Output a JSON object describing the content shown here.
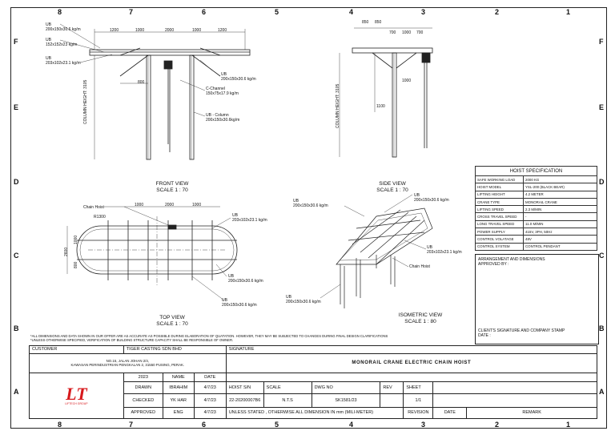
{
  "zones_top": [
    "8",
    "7",
    "6",
    "5",
    "4",
    "3",
    "2",
    "1"
  ],
  "zones_side": [
    "F",
    "E",
    "D",
    "C",
    "B",
    "A"
  ],
  "views": {
    "front": {
      "title": "FRONT VIEW",
      "scale": "SCALE 1 : 70"
    },
    "side": {
      "title": "SIDE VIEW",
      "scale": "SCALE 1 : 70"
    },
    "top": {
      "title": "TOP VIEW",
      "scale": "SCALE 1 : 70"
    },
    "iso": {
      "title": "ISOMETRIC VIEW",
      "scale": "SCALE 1 : 80"
    }
  },
  "callouts": {
    "front_ub1": "UB\n200x150x30.6 kg/m",
    "front_ub2": "UB\n152x152x23 kg/m",
    "front_ub3": "UB\n203x102x23.1 kg/m",
    "front_cch": "C-Channel\n150x75x17.9 kg/m",
    "front_col": "UB - Column\n200x150x30.6kg/m",
    "top_chain": "Chain Hoist",
    "top_ub1": "UB\n203x102x23.1 kg/m",
    "top_ub2": "UB\n200x150x30.6 kg/m",
    "top_ub3": "UB\n200x150x30.6 kg/m",
    "iso_ub1": "UB\n200x150x30.6 kg/m",
    "iso_ub2": "UB\n200x150x30.6 kg/m",
    "iso_ub3": "UB\n203x102x23.1 kg/m",
    "iso_ub4": "UB\n200x150x30.6 kg/m",
    "iso_chain": "Chain Hoist"
  },
  "dims": {
    "front_top": [
      "1200",
      "1000",
      "2000",
      "1000",
      "1200"
    ],
    "side_top": [
      "850",
      "850",
      "700",
      "1000",
      "700"
    ],
    "front_h": "COLUMN HEIGHT: 3105",
    "side_h": "COLUMN HEIGHT: 3105",
    "front_800": "800",
    "side_1000": "1000",
    "side_1100": "1100",
    "top_dims": [
      "1000",
      "2000",
      "1000"
    ],
    "top_r": "R1300",
    "top_v": [
      "2600",
      "1000",
      "800"
    ]
  },
  "spec": {
    "title": "HOIST SPECIFICATION",
    "rows": [
      [
        "SAFE WORKING LOAD",
        "2000 KG"
      ],
      [
        "HOIST MODEL",
        "YSL-200 (BLACK BEAR)"
      ],
      [
        "LIFTING HEIGHT",
        "4.2 METER"
      ],
      [
        "CRANE TYPE",
        "MONORAIL CRANE"
      ],
      [
        "LIFTING SPEED",
        "2.3 M/MIN"
      ],
      [
        "CROSS TRAVEL SPEED",
        "-"
      ],
      [
        "LONG TRAVEL SPEED",
        "11.0 M/MIN"
      ],
      [
        "POWER SUPPLY",
        "415V, 3PH, 50Hz"
      ],
      [
        "CONTROL VOLATAGE",
        "48V"
      ],
      [
        "CONTROL SYSTEM",
        "CONTROL PENDANT"
      ]
    ]
  },
  "arrangement": "ARRANGEMENT AND DIMENSIONS\nAPPROVED BY :",
  "client_sign": "CLIENT'S SIGNATURE AND COMPANY STAMP\nDATE :",
  "notes": "*ALL DIMENSIONS AND DATA SHOWN IN OUR OFFER ARE AS ACCURATE AS POSSIBLE DURING ELABORATION OF QUATATION. HOWEVER, THEY MAY BE SUBJECTED TO CHANGES DURING FINAL DESIGN CLARIFICATIONS\n*UNLESS OTHERWISE SPECIFIED, VERIFICATION OF BUILDING STRUCTURE CAPACITY SHALL BE RESPONSIBLE OF OWNER.",
  "titleblock": {
    "customer_label": "CUSTOMER",
    "customer": "TIGER CASTING SDN BHD",
    "address": "NO.15, JALAN JOHAN 2/4,\nKAWASAN PERINDUSTRIAN PENGKALAN 2, 31550 PUSING, PERAK.",
    "signature_label": "SIGNATURE",
    "title": "MONORAIL CRANE ELECTRIC CHAIN HOIST",
    "year": "2023",
    "name_h": "NAME",
    "date_h": "DATE",
    "drawn": "DRAWN",
    "drawn_name": "IBRAHIM",
    "drawn_date": "4/7/23",
    "checked": "CHECKED",
    "checked_name": "YK HAR",
    "checked_date": "4/7/23",
    "approved": "APPROVED",
    "approved_name": "ENG",
    "approved_date": "4/7/23",
    "hoist_sn_h": "HOIST S/N",
    "hoist_sn": "22-20200007B6",
    "scale_h": "SCALE",
    "scale": "N.T.S",
    "dwg_h": "DWG NO",
    "dwg": "SK1581/23",
    "rev_h": "REV",
    "rev": "",
    "sheet_h": "SHEET",
    "sheet": "1/1",
    "units": "UNLESS STATED , OTHERWISE ALL DIMENSION IN mm (MILI-METER)",
    "revision": "REVISION",
    "date": "DATE",
    "remark": "REMARK",
    "logo": "LT",
    "logo_sub": "LIFTECH GROUP"
  },
  "colors": {
    "logo": "#d7191c",
    "line": "#222222"
  }
}
